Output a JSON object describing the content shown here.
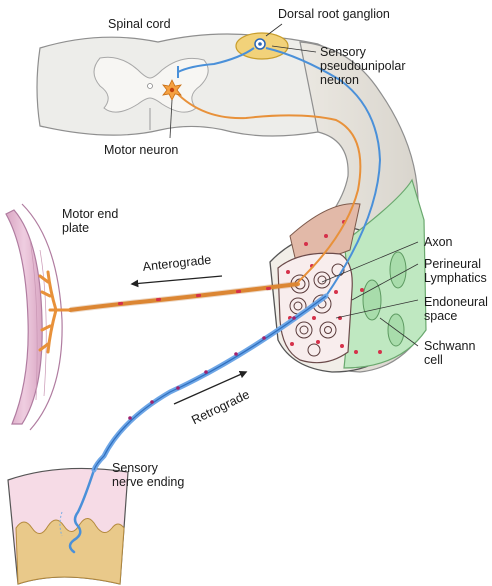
{
  "labels": {
    "spinal_cord": "Spinal cord",
    "dorsal_root_ganglion": "Dorsal root ganglion",
    "sensory_neuron_line1": "Sensory",
    "sensory_neuron_line2": "pseudounipolar",
    "sensory_neuron_line3": "neuron",
    "motor_neuron": "Motor neuron",
    "motor_end_plate_line1": "Motor end",
    "motor_end_plate_line2": "plate",
    "anterograde": "Anterograde",
    "retrograde": "Retrograde",
    "axon": "Axon",
    "perineural_line1": "Perineural",
    "perineural_line2": "Lymphatics",
    "endoneural_line1": "Endoneural",
    "endoneural_line2": "space",
    "schwann_line1": "Schwann",
    "schwann_line2": "cell",
    "sensory_ending_line1": "Sensory",
    "sensory_ending_line2": "nerve ending"
  },
  "colors": {
    "spinal_cord_fill": "#ededea",
    "spinal_cord_stroke": "#8f8f8f",
    "ganglion_fill": "#f2d27a",
    "motor_axon": "#e8913a",
    "sensory_axon": "#4a90d9",
    "muscle_fill": "#e7bfd5",
    "muscle_stroke": "#b07ca0",
    "nerve_fill": "#e6e3dc",
    "schwann_fill": "#bfe8c1",
    "fascicle_red": "#d5314a",
    "skin_fill": "#f6dbe6",
    "skin_dermis": "#e9c98a"
  },
  "icons": [
    "motor-neuron-icon",
    "sensory-neuron-cell-icon",
    "sensory-nerve-ending-icon",
    "anterograde-arrow-icon",
    "retrograde-arrow-icon"
  ]
}
